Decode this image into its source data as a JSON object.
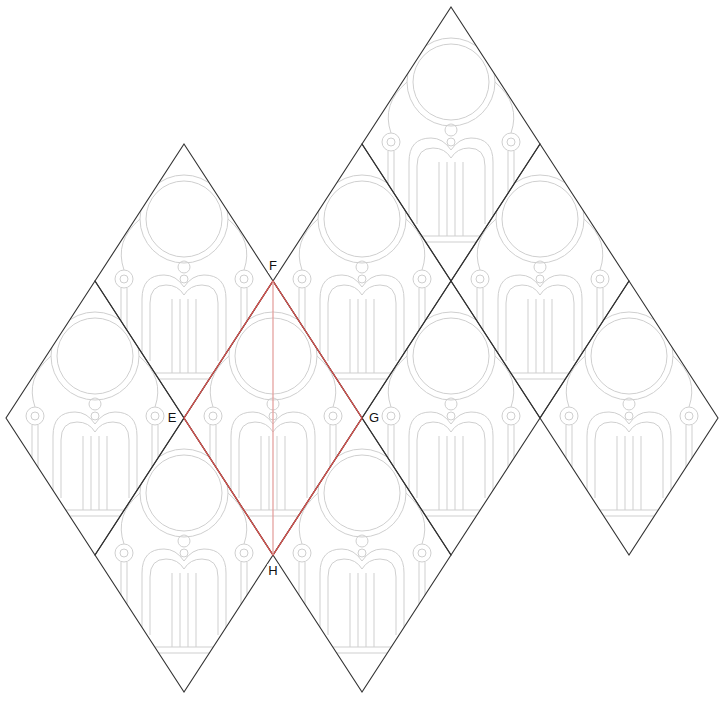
{
  "diagram": {
    "labels": [
      "F",
      "E",
      "G",
      "H"
    ]
  }
}
